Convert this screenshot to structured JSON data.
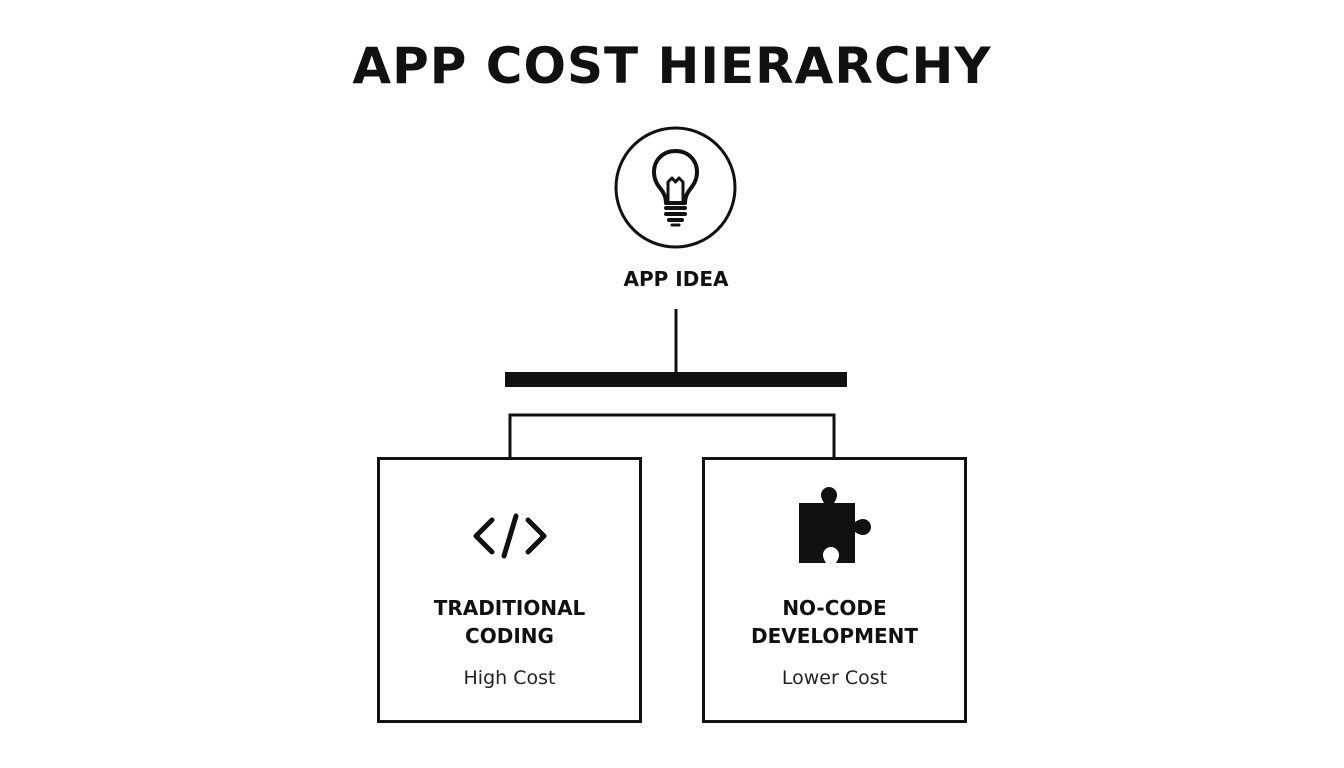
{
  "title": "APP COST HIERARCHY",
  "root": {
    "label": "APP IDEA",
    "icon": "lightbulb-icon"
  },
  "branches": [
    {
      "title_lines": [
        "TRADITIONAL",
        "CODING"
      ],
      "subtitle": "High Cost",
      "icon": "code-icon"
    },
    {
      "title_lines": [
        "NO-CODE",
        "DEVELOPMENT"
      ],
      "subtitle": "Lower Cost",
      "icon": "puzzle-piece-icon"
    }
  ],
  "colors": {
    "line": "#111111",
    "background": "#ffffff"
  }
}
